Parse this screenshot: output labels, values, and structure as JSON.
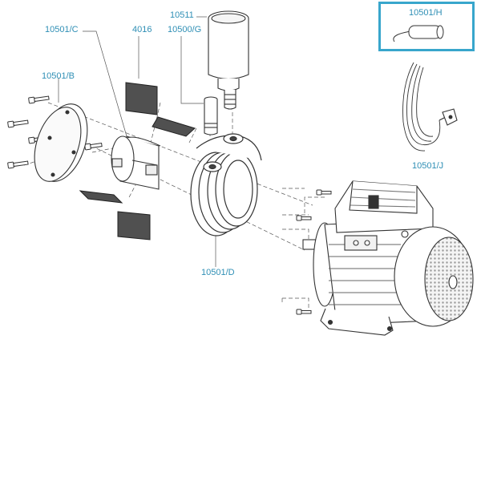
{
  "diagram": {
    "type": "exploded-parts-view",
    "accent_color": "#2f8fb5",
    "highlight_color": "#38a6cc",
    "labels": {
      "part_10501_c": "10501/C",
      "part_4016": "4016",
      "part_10511": "10511",
      "part_10500_g": "10500/G",
      "part_10501_b": "10501/B",
      "part_10501_d": "10501/D",
      "part_10501_h": "10501/H",
      "part_10501_j": "10501/J"
    },
    "highlighted_part": "10501/H"
  }
}
